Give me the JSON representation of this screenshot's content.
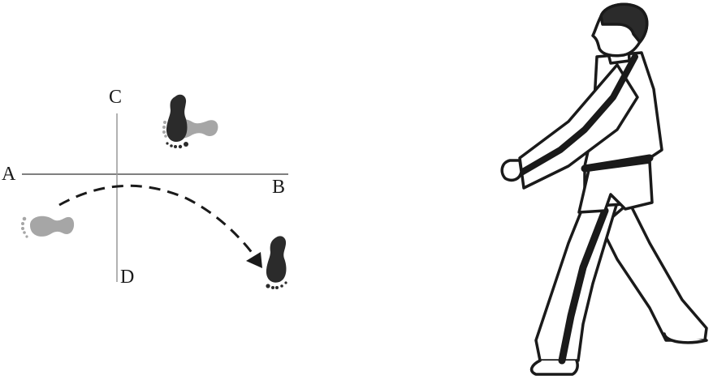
{
  "diagram": {
    "labels": {
      "a": "A",
      "b": "B",
      "c": "C",
      "d": "D"
    },
    "colors": {
      "dark_foot": "#2b2b2b",
      "light_foot": "#a6a6a6",
      "axis": "#333333",
      "vertical_axis": "#999999",
      "path": "#1a1a1a"
    },
    "elements": {
      "start_foot": "gray footprint, left of origin, pointing right",
      "pivot_feet": "dark footprint pointing up over gray footprint pointing right, upper right quadrant",
      "end_foot": "dark footprint pointing up, lower right",
      "movement_path": "dashed curved arrow from start foot to end foot"
    }
  },
  "figure": {
    "description": "Martial artist in dobok with black belt stepping forward, arms extended"
  }
}
